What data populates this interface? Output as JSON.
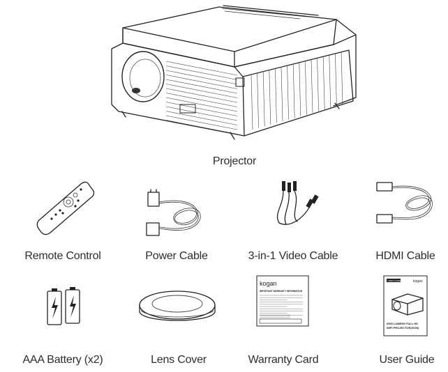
{
  "items": [
    {
      "label": "Projector",
      "icon": "projector-icon"
    },
    {
      "label": "Remote Control",
      "icon": "remote-control-icon"
    },
    {
      "label": "Power Cable",
      "icon": "power-cable-icon"
    },
    {
      "label": "3-in-1 Video Cable",
      "icon": "av-cable-icon"
    },
    {
      "label": "HDMI Cable",
      "icon": "hdmi-cable-icon"
    },
    {
      "label": "AAA Battery (x2)",
      "icon": "battery-icon"
    },
    {
      "label": "Lens Cover",
      "icon": "lens-cover-icon"
    },
    {
      "label": "Warranty Card",
      "icon": "warranty-card-icon"
    },
    {
      "label": "User Guide",
      "icon": "user-guide-icon"
    }
  ],
  "warranty_card": {
    "brand": "kogan",
    "heading": "IMPORTANT WARRANTY INFORMATION"
  },
  "user_guide": {
    "tag": "USER GUIDE",
    "brand": "kogan",
    "title_line1": "6500 LUMENS FULL HD",
    "title_line2": "WIFI PROJECTOR(X600)"
  }
}
